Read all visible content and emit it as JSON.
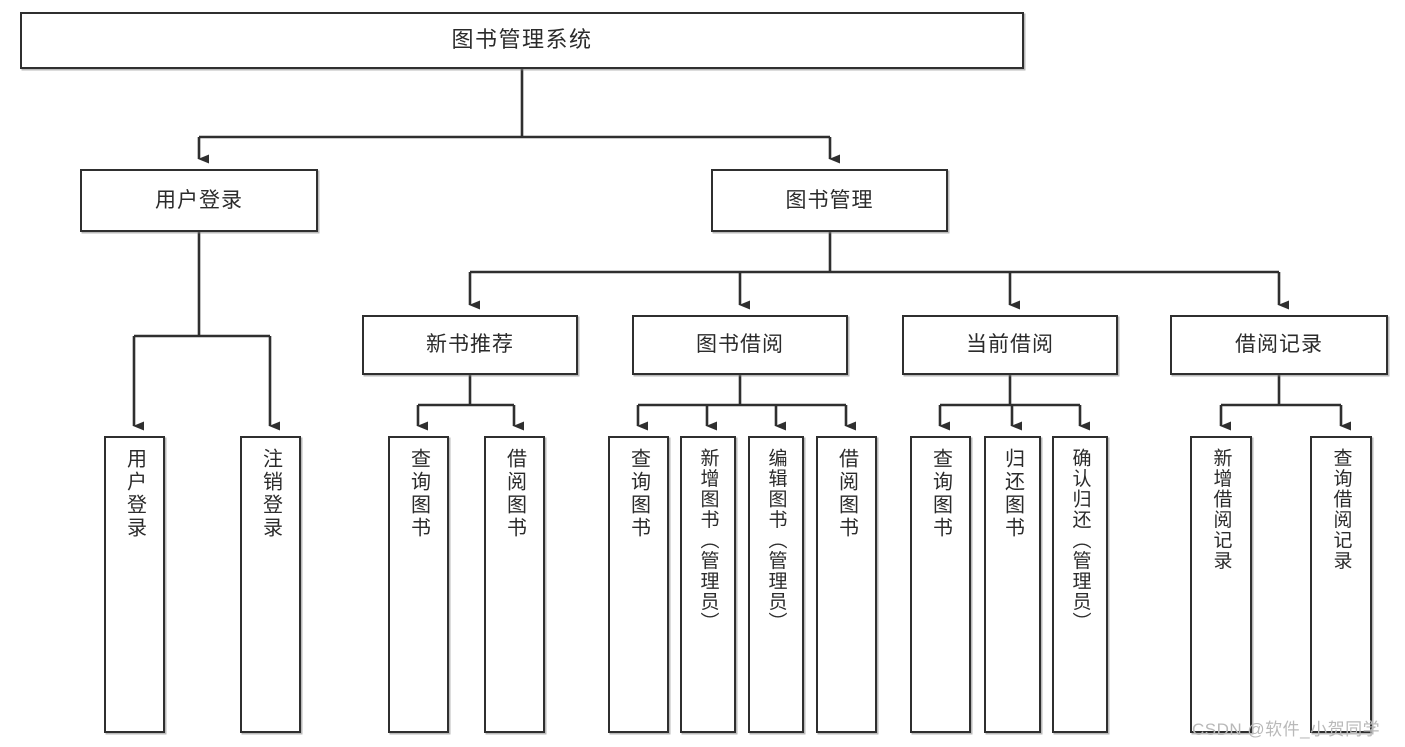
{
  "diagram": {
    "title": "图书管理系统",
    "type": "tree",
    "watermark": "CSDN @软件_小贺同学",
    "colors": {
      "node_border": "#2f2f2f",
      "node_fill": "#ffffff",
      "edge": "#2f2f2f",
      "text": "#2b2b2b",
      "watermark": "#b9b9b9",
      "canvas": "#ffffff"
    },
    "nodes": {
      "root": {
        "label": "图书管理系统",
        "orientation": "horizontal"
      },
      "level1": [
        {
          "id": "user-login",
          "label": "用户登录",
          "orientation": "horizontal"
        },
        {
          "id": "book-management",
          "label": "图书管理",
          "orientation": "horizontal"
        }
      ],
      "level2": [
        {
          "id": "new-book-recommend",
          "label": "新书推荐",
          "orientation": "horizontal",
          "parent": "book-management"
        },
        {
          "id": "book-borrow",
          "label": "图书借阅",
          "orientation": "horizontal",
          "parent": "book-management"
        },
        {
          "id": "current-borrow",
          "label": "当前借阅",
          "orientation": "horizontal",
          "parent": "book-management"
        },
        {
          "id": "borrow-record",
          "label": "借阅记录",
          "orientation": "horizontal",
          "parent": "book-management"
        }
      ],
      "leaves": [
        {
          "id": "leaf-user-login",
          "label": "用户登录",
          "orientation": "vertical",
          "parent": "user-login"
        },
        {
          "id": "leaf-user-logout",
          "label": "注销登录",
          "orientation": "vertical",
          "parent": "user-login"
        },
        {
          "id": "leaf-query-book-1",
          "label": "查询图书",
          "orientation": "vertical",
          "parent": "new-book-recommend"
        },
        {
          "id": "leaf-borrow-book-1",
          "label": "借阅图书",
          "orientation": "vertical",
          "parent": "new-book-recommend"
        },
        {
          "id": "leaf-query-book-2",
          "label": "查询图书",
          "orientation": "vertical",
          "parent": "book-borrow"
        },
        {
          "id": "leaf-add-book",
          "label": "新增图书（管理员）",
          "orientation": "vertical",
          "parent": "book-borrow"
        },
        {
          "id": "leaf-edit-book",
          "label": "编辑图书（管理员）",
          "orientation": "vertical",
          "parent": "book-borrow"
        },
        {
          "id": "leaf-borrow-book-2",
          "label": "借阅图书",
          "orientation": "vertical",
          "parent": "book-borrow"
        },
        {
          "id": "leaf-query-book-3",
          "label": "查询图书",
          "orientation": "vertical",
          "parent": "current-borrow"
        },
        {
          "id": "leaf-return-book",
          "label": "归还图书",
          "orientation": "vertical",
          "parent": "current-borrow"
        },
        {
          "id": "leaf-confirm-return",
          "label": "确认归还（管理员）",
          "orientation": "vertical",
          "parent": "current-borrow"
        },
        {
          "id": "leaf-add-record",
          "label": "新增借阅记录",
          "orientation": "vertical",
          "parent": "borrow-record"
        },
        {
          "id": "leaf-query-record",
          "label": "查询借阅记录",
          "orientation": "vertical",
          "parent": "borrow-record"
        }
      ]
    }
  }
}
